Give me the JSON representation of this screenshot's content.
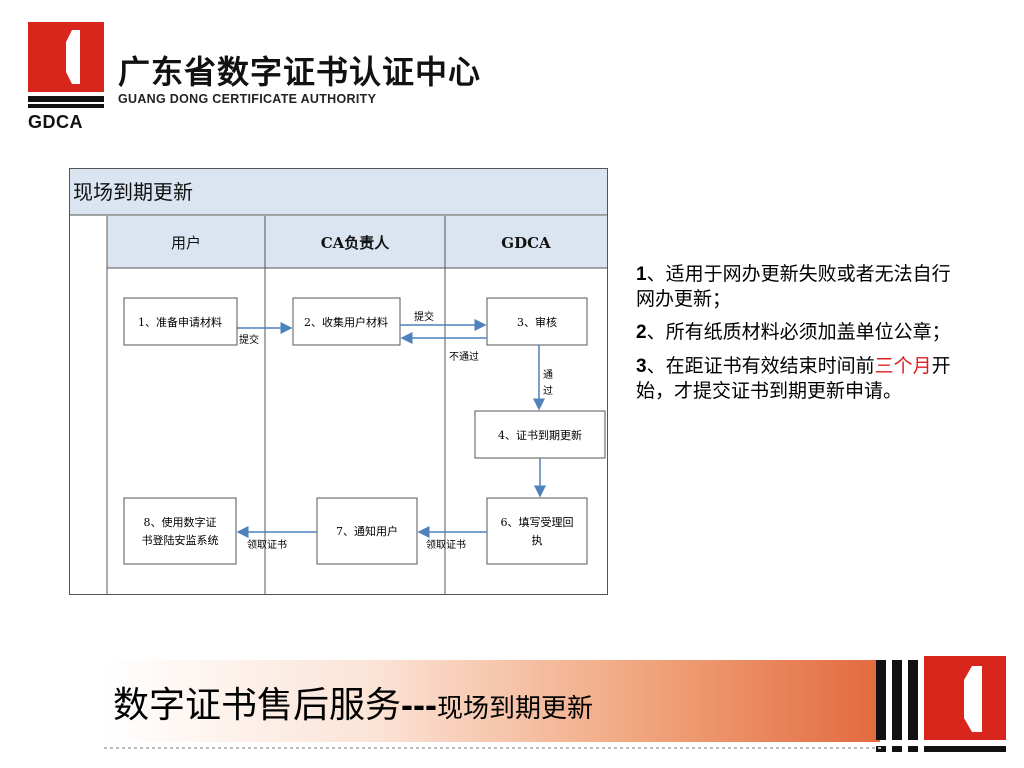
{
  "logo": {
    "name_cn": "广东省数字证书认证中心",
    "name_en": "GUANG DONG CERTIFICATE AUTHORITY",
    "abbr": "GDCA"
  },
  "diagram": {
    "title": "现场到期更新",
    "lanes": [
      "用户",
      "CA负责人",
      "GDCA"
    ],
    "steps": {
      "s1": "1、准备申请材料",
      "s2": "2、收集用户材料",
      "s3": "3、审核",
      "s4": "4、证书到期更新",
      "s6a": "6、填写受理回",
      "s6b": "执",
      "s7": "7、通知用户",
      "s8a": "8、使用数字证",
      "s8b": "书登陆安监系统"
    },
    "edges": {
      "e1": "提交",
      "e2": "提交",
      "e3": "不通过",
      "e4a": "通",
      "e4b": "过",
      "e5": "领取证书",
      "e6": "领取证书"
    }
  },
  "notes": [
    {
      "num": "1",
      "text": "、适用于网办更新失败或者无法自行网办更新；"
    },
    {
      "num": "2",
      "text": "、所有纸质材料必须加盖单位公章；"
    },
    {
      "num": "3",
      "pre": "、在距证书有效结束时间前",
      "highlight": "三个月",
      "post": "开始，才提交证书到期更新申请。"
    }
  ],
  "banner": {
    "title_main": "数字证书售后服务",
    "title_dash": "---",
    "title_sub": "现场到期更新"
  },
  "colors": {
    "brand_red": "#d9261c",
    "highlight_red": "#e02020",
    "lane_header_bg": "#dbe5f1",
    "arrow_blue": "#4f81bd"
  }
}
